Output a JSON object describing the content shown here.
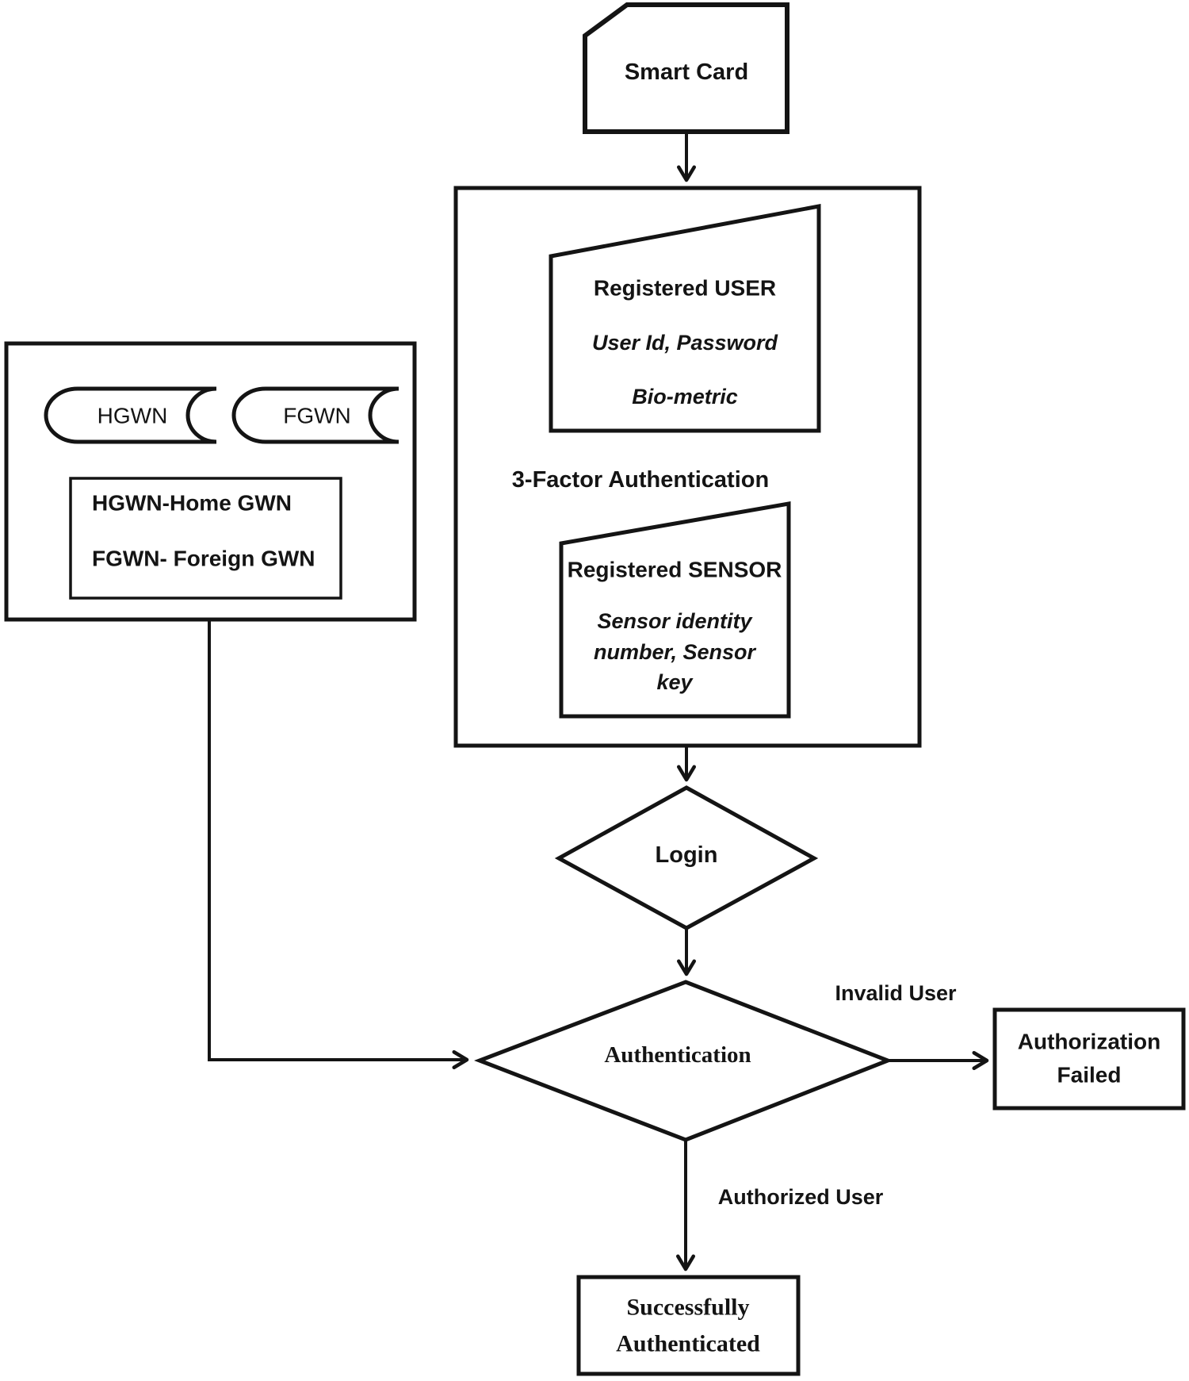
{
  "colors": {
    "ink": "#141414",
    "background": "#ffffff"
  },
  "diagram": {
    "smart_card": {
      "label": "Smart Card"
    },
    "container": {
      "title": "3-Factor Authentication",
      "registered_user": {
        "title": "Registered USER",
        "lines": [
          "User Id, Password",
          "Bio-metric"
        ]
      },
      "registered_sensor": {
        "title": "Registered SENSOR",
        "lines": [
          "Sensor identity",
          "number, Sensor",
          "key"
        ]
      }
    },
    "gateway_panel": {
      "hgwn_label": "HGWN",
      "fgwn_label": "FGWN",
      "legend": [
        "HGWN-Home GWN",
        "FGWN- Foreign GWN"
      ]
    },
    "login": {
      "label": "Login"
    },
    "authentication": {
      "label": "Authentication"
    },
    "edge_labels": {
      "invalid": "Invalid User",
      "authorized": "Authorized User"
    },
    "authorization_failed": {
      "lines": [
        "Authorization",
        "Failed"
      ]
    },
    "successfully_authenticated": {
      "lines": [
        "Successfully",
        "Authenticated"
      ]
    }
  }
}
